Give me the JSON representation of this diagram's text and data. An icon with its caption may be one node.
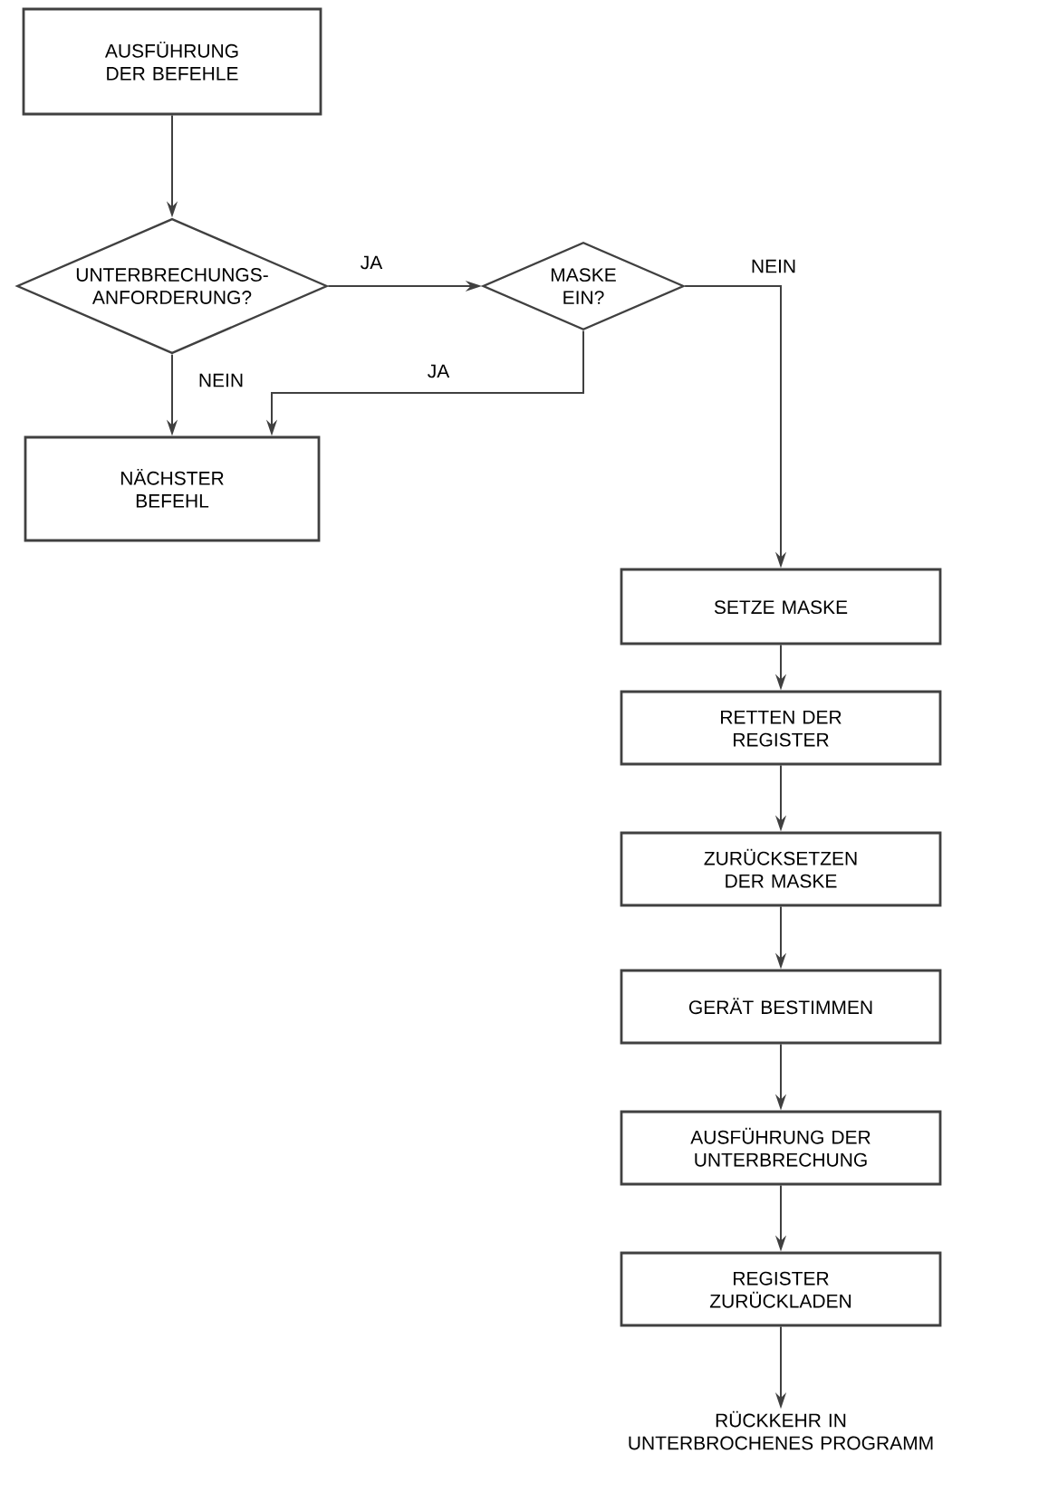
{
  "diagram": {
    "nodes": [
      {
        "text": [
          "AUSFÜHRUNG DER BEFEHLE"
        ]
      },
      {
        "text": [
          "UNTERBRECHUNGS-ANFORDERUNG?"
        ]
      },
      {
        "text": [
          "MASKE EIN?"
        ]
      },
      {
        "text": [
          "NÄCHSTER BEFEHL"
        ]
      },
      {
        "text": [
          "SETZE MASKE"
        ]
      },
      {
        "text": [
          "RETTEN DER REGISTER"
        ]
      },
      {
        "text": [
          "ZURÜCKSETZEN DER MASKE"
        ]
      },
      {
        "text": [
          "GERÄT BESTIMMEN"
        ]
      },
      {
        "text": [
          "AUSFÜHRUNG DER UNTERBRECHUNG"
        ]
      },
      {
        "text": [
          "REGISTER ZURÜCKLADEN"
        ]
      },
      {
        "text": [
          "RÜCKKEHR IN UNTERBROCHENES PROGRAMM"
        ]
      }
    ],
    "edges": [
      {
        "from": 0,
        "to": 1,
        "arrow": "to"
      },
      {
        "from": 1,
        "to": 2,
        "arrow": "to",
        "label": "JA"
      },
      {
        "from": 1,
        "to": 3,
        "arrow": "to",
        "label": "NEIN"
      },
      {
        "from": 2,
        "to": 3,
        "arrow": "to",
        "label": "JA"
      },
      {
        "from": 2,
        "to": 4,
        "arrow": "to",
        "label": "NEIN"
      },
      {
        "from": 4,
        "to": 5,
        "arrow": "to"
      },
      {
        "from": 5,
        "to": 6,
        "arrow": "to"
      },
      {
        "from": 6,
        "to": 7,
        "arrow": "to"
      },
      {
        "from": 7,
        "to": 8,
        "arrow": "to"
      },
      {
        "from": 8,
        "to": 9,
        "arrow": "to"
      },
      {
        "from": 9,
        "to": 10,
        "arrow": "to"
      }
    ]
  }
}
